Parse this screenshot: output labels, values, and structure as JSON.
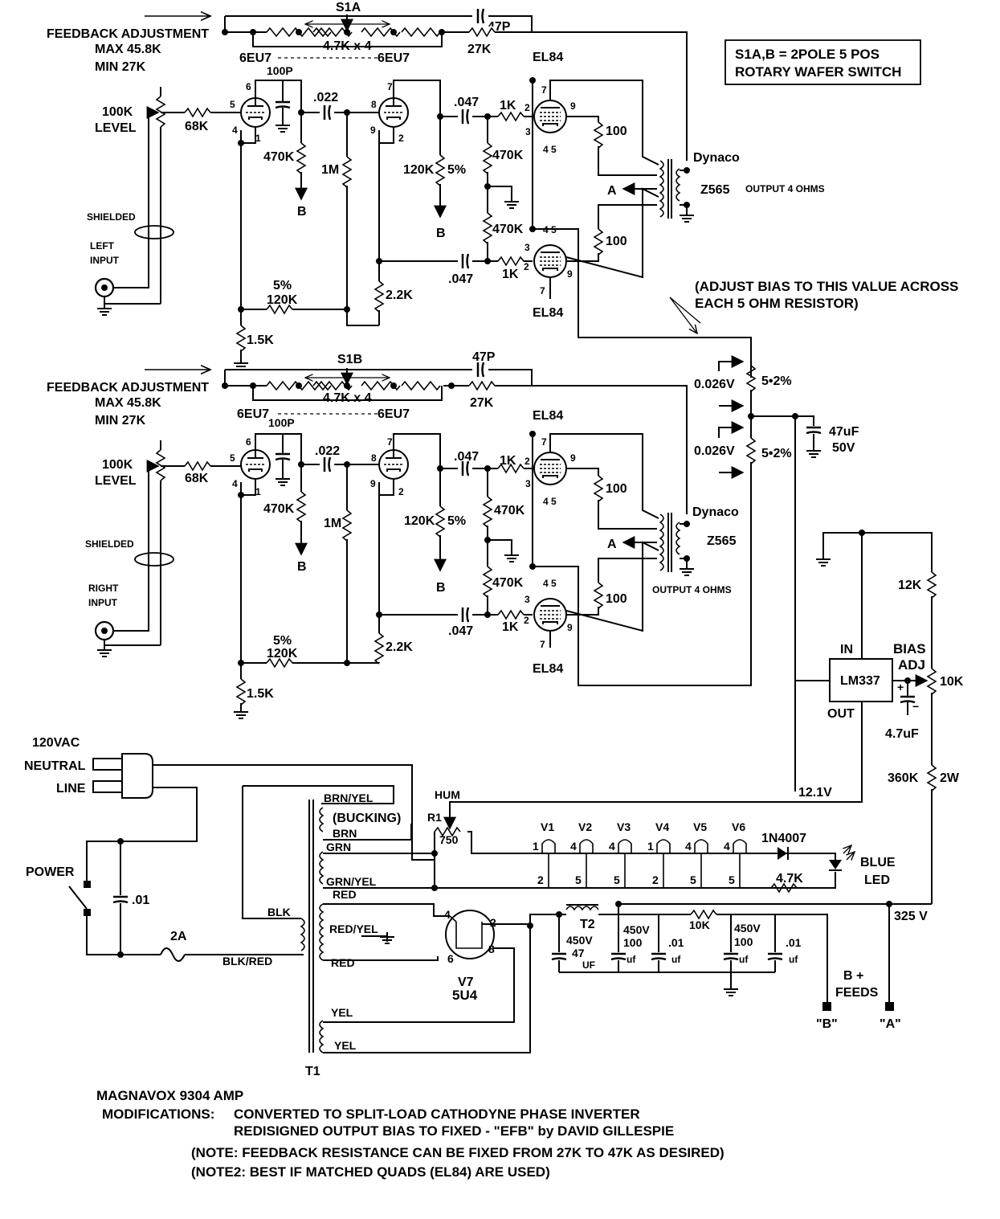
{
  "switch_note": {
    "line1": "S1A,B = 2POLE 5 POS",
    "line2": "ROTARY WAFER SWITCH"
  },
  "channels": [
    {
      "switch_id": "S1A",
      "feedback_label": "FEEDBACK ADJUSTMENT",
      "max": "MAX 45.8K",
      "min": "MIN  27K",
      "switch_resistors": "4.7K x 4",
      "feedback_cap": "47P",
      "feedback_res": "27K",
      "tube_left": "6EU7",
      "tube_right": "6EU7",
      "power_tube_top": "EL84",
      "power_tube_bottom": "EL84",
      "level_pot": "100K",
      "level_word": "LEVEL",
      "input_res": "68K",
      "plate_cap": "100P",
      "coupling_cap1": ".022",
      "plate_res1": "470K",
      "grid_res": "1M",
      "cath_res": "120K",
      "cath_tol": "5%",
      "coupling_cap2_top": ".047",
      "coupling_cap2_bottom": ".047",
      "grid_stop_top": "1K",
      "grid_stop_bottom": "1K",
      "grid_leak_top": "470K",
      "grid_leak_bottom": "470K",
      "screen_res_top": "100",
      "screen_res_bottom": "100",
      "fb_res_tol": "5%",
      "fb_res": "120K",
      "bias_res": "2.2K",
      "cath_res1": "1.5K",
      "shielded": "SHIELDED",
      "input_line1": "LEFT",
      "input_line2": "INPUT",
      "transformer_brand": "Dynaco",
      "transformer_model": "Z565",
      "output_label": "OUTPUT 4 OHMS",
      "node_a": "A",
      "node_b1": "B",
      "node_b2": "B"
    },
    {
      "switch_id": "S1B",
      "feedback_label": "FEEDBACK ADJUSTMENT",
      "max": "MAX 45.8K",
      "min": "MIN  27K",
      "switch_resistors": "4.7K x 4",
      "feedback_cap": "47P",
      "feedback_res": "27K",
      "tube_left": "6EU7",
      "tube_right": "6EU7",
      "power_tube_top": "EL84",
      "power_tube_bottom": "EL84",
      "level_pot": "100K",
      "level_word": "LEVEL",
      "input_res": "68K",
      "plate_cap": "100P",
      "coupling_cap1": ".022",
      "plate_res1": "470K",
      "grid_res": "1M",
      "cath_res": "120K",
      "cath_tol": "5%",
      "coupling_cap2_top": ".047",
      "coupling_cap2_bottom": ".047",
      "grid_stop_top": "1K",
      "grid_stop_bottom": "1K",
      "grid_leak_top": "470K",
      "grid_leak_bottom": "470K",
      "screen_res_top": "100",
      "screen_res_bottom": "100",
      "fb_res_tol": "5%",
      "fb_res": "120K",
      "bias_res": "2.2K",
      "cath_res1": "1.5K",
      "shielded": "SHIELDED",
      "input_line1": "RIGHT",
      "input_line2": "INPUT",
      "transformer_brand": "Dynaco",
      "transformer_model": "Z565",
      "output_label": "OUTPUT 4 OHMS",
      "node_a": "A",
      "node_b1": "B",
      "node_b2": "B"
    }
  ],
  "pin_labels": {
    "p1": "1",
    "p2": "2",
    "p3": "3",
    "p4": "4",
    "p5": "5",
    "p6": "6",
    "p7": "7",
    "p8": "8",
    "p9": "9",
    "p45": "4 5"
  },
  "bias": {
    "note_line1": "(ADJUST BIAS TO THIS VALUE ACROSS",
    "note_line2": "EACH 5 OHM RESISTOR)",
    "voltage1": "0.026V",
    "voltage2": "0.026V",
    "res1": "5•2%",
    "res2": "5•2%",
    "cap": "47uF",
    "cap_v": "50V"
  },
  "regulator": {
    "ic": "LM337",
    "in": "IN",
    "out": "OUT",
    "adj_line1": "BIAS",
    "adj_line2": "ADJ",
    "res_top": "12K",
    "pot": "10K",
    "cap": "4.7uF",
    "res_bottom": "360K",
    "res_bottom_w": "2W",
    "out_voltage": "12.1V",
    "plus": "+",
    "minus": "−"
  },
  "power": {
    "mains": "120VAC",
    "neutral": "NEUTRAL",
    "line": "LINE",
    "switch": "POWER",
    "cap": ".01",
    "fuse": "2A",
    "wire_blk": "BLK",
    "wire_blkred": "BLK/RED",
    "xfmr": "T1",
    "brn_yel": "BRN/YEL",
    "bucking": "(BUCKING)",
    "brn": "BRN",
    "grn": "GRN",
    "grn_yel": "GRN/YEL",
    "red": "RED",
    "red_yel": "RED/YEL",
    "red2": "RED",
    "yel": "YEL",
    "yel2": "YEL",
    "hum": "HUM",
    "hum_pot": "R1",
    "hum_val": "750",
    "rect": "V7",
    "rect_type": "5U4",
    "rect_p4": "4",
    "rect_p6": "6",
    "rect_p2": "2",
    "rect_p8": "8",
    "choke": "T2",
    "cap1_v": "450V",
    "cap1": "47",
    "cap1_u": "UF",
    "cap2_v": "450V",
    "cap2": "100",
    "cap2_u": "uf",
    "cap3": ".01",
    "cap3_u": "uf",
    "res": "10K",
    "cap4_v": "450V",
    "cap4": "100",
    "cap4_u": "uf",
    "cap5": ".01",
    "cap5_u": "uf",
    "b_plus": "325 V",
    "feeds1": "B +",
    "feeds2": "FEEDS",
    "feed_b": "\"B\"",
    "feed_a": "\"A\"",
    "diode": "1N4007",
    "led1": "BLUE",
    "led2": "LED",
    "led_res": "4.7K",
    "heaters": [
      "V1",
      "V2",
      "V3",
      "V4",
      "V5",
      "V6"
    ],
    "heater_top_pins": [
      "1",
      "4",
      "4",
      "1",
      "4",
      "4"
    ],
    "heater_bot_pins": [
      "2",
      "5",
      "5",
      "2",
      "5",
      "5"
    ]
  },
  "footer": {
    "title": "MAGNAVOX 9304 AMP",
    "mods_label": "MODIFICATIONS:",
    "mod1": "CONVERTED TO SPLIT-LOAD CATHODYNE PHASE INVERTER",
    "mod2": "REDISIGNED OUTPUT BIAS TO FIXED - \"EFB\" by DAVID GILLESPIE",
    "note1": "(NOTE: FEEDBACK RESISTANCE CAN BE FIXED FROM 27K TO 47K AS DESIRED)",
    "note2": "(NOTE2: BEST IF MATCHED QUADS (EL84) ARE USED)"
  }
}
